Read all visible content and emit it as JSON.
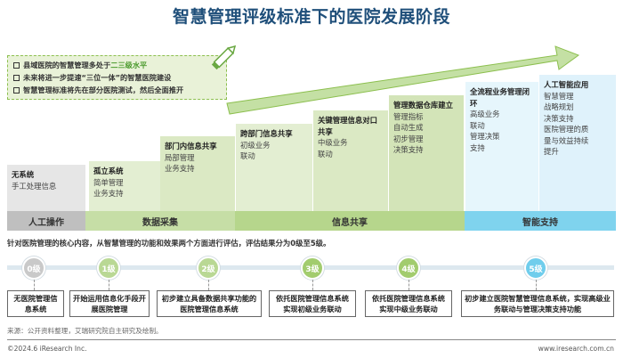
{
  "title": "智慧管理评级标准下的医院发展阶段",
  "notes": {
    "items": [
      {
        "text": "县域医院的智慧管理多处于",
        "highlight": "二三级水平"
      },
      {
        "text": "未来将进一步提速“三位一体”的智慧医院建设",
        "highlight": ""
      },
      {
        "text": "智慧管理标准将先在部分医院测试，然后全面推开",
        "highlight": ""
      }
    ]
  },
  "stages": [
    {
      "head": "无系统",
      "items": [
        "手工处理信息"
      ],
      "color": "#e6e6e6"
    },
    {
      "head": "孤立系统",
      "items": [
        "简单管理",
        "业务支持"
      ],
      "color": "#e3eed2"
    },
    {
      "head": "部门内信息共享",
      "items": [
        "局部管理",
        "业务支持"
      ],
      "color": "#dbe9c4"
    },
    {
      "head": "跨部门信息共享",
      "items": [
        "初级业务",
        "联动"
      ],
      "color": "#e3eed2"
    },
    {
      "head": "关键管理信息对口共享",
      "items": [
        "中级业务",
        "联动"
      ],
      "color": "#dbe9c4"
    },
    {
      "head": "管理数据仓库建立",
      "items": [
        "管理指标",
        "自动生成",
        "初步管理",
        "决策支持"
      ],
      "color": "#d3e4b8"
    },
    {
      "head": "全流程业务管理闭环",
      "items": [
        "高级业务",
        "联动",
        "管理决策",
        "支持"
      ],
      "color": "#e6f6fc"
    },
    {
      "head": "人工智能应用",
      "items": [
        "智慧管理",
        "战略规划",
        "决策支持",
        "医院管理的质",
        "量与效益持续",
        "提升"
      ],
      "color": "#dff2fb"
    }
  ],
  "categories": [
    {
      "label": "人工操作",
      "color": "#bfbfbf"
    },
    {
      "label": "数据采集",
      "color": "#c6dea6"
    },
    {
      "label": "信息共享",
      "color": "#b6d68c"
    },
    {
      "label": "智能支持",
      "color": "#7fd3ee"
    }
  ],
  "description": "针对医院管理的核心内容，从智慧管理的功能和效果两个方面进行评估，评估结果分为0级至5级。",
  "levels": [
    {
      "label": "0级",
      "desc": "无医院管理信息系统",
      "color": "#c9c9c9"
    },
    {
      "label": "1级",
      "desc": "开始运用信息化手段开展医院管理",
      "color": "#b9d894"
    },
    {
      "label": "2级",
      "desc": "初步建立具备数据共享功能的医院管理信息系统",
      "color": "#b9d894"
    },
    {
      "label": "3级",
      "desc": "依托医院管理信息系统实现初级业务联动",
      "color": "#a2cc6e"
    },
    {
      "label": "4级",
      "desc": "依托医院管理信息系统实现中级业务联动",
      "color": "#a2cc6e"
    },
    {
      "label": "5级",
      "desc": "初步建立医院智慧管理信息系统，实现高级业务联动与管理决策支持功能",
      "color": "#6fcdec"
    }
  ],
  "source": "来源：公开资料整理，艾瑞研究院自主研究及绘制。",
  "copyright": "©2024.6 iResearch Inc.",
  "url": "www.iresearch.com.cn"
}
